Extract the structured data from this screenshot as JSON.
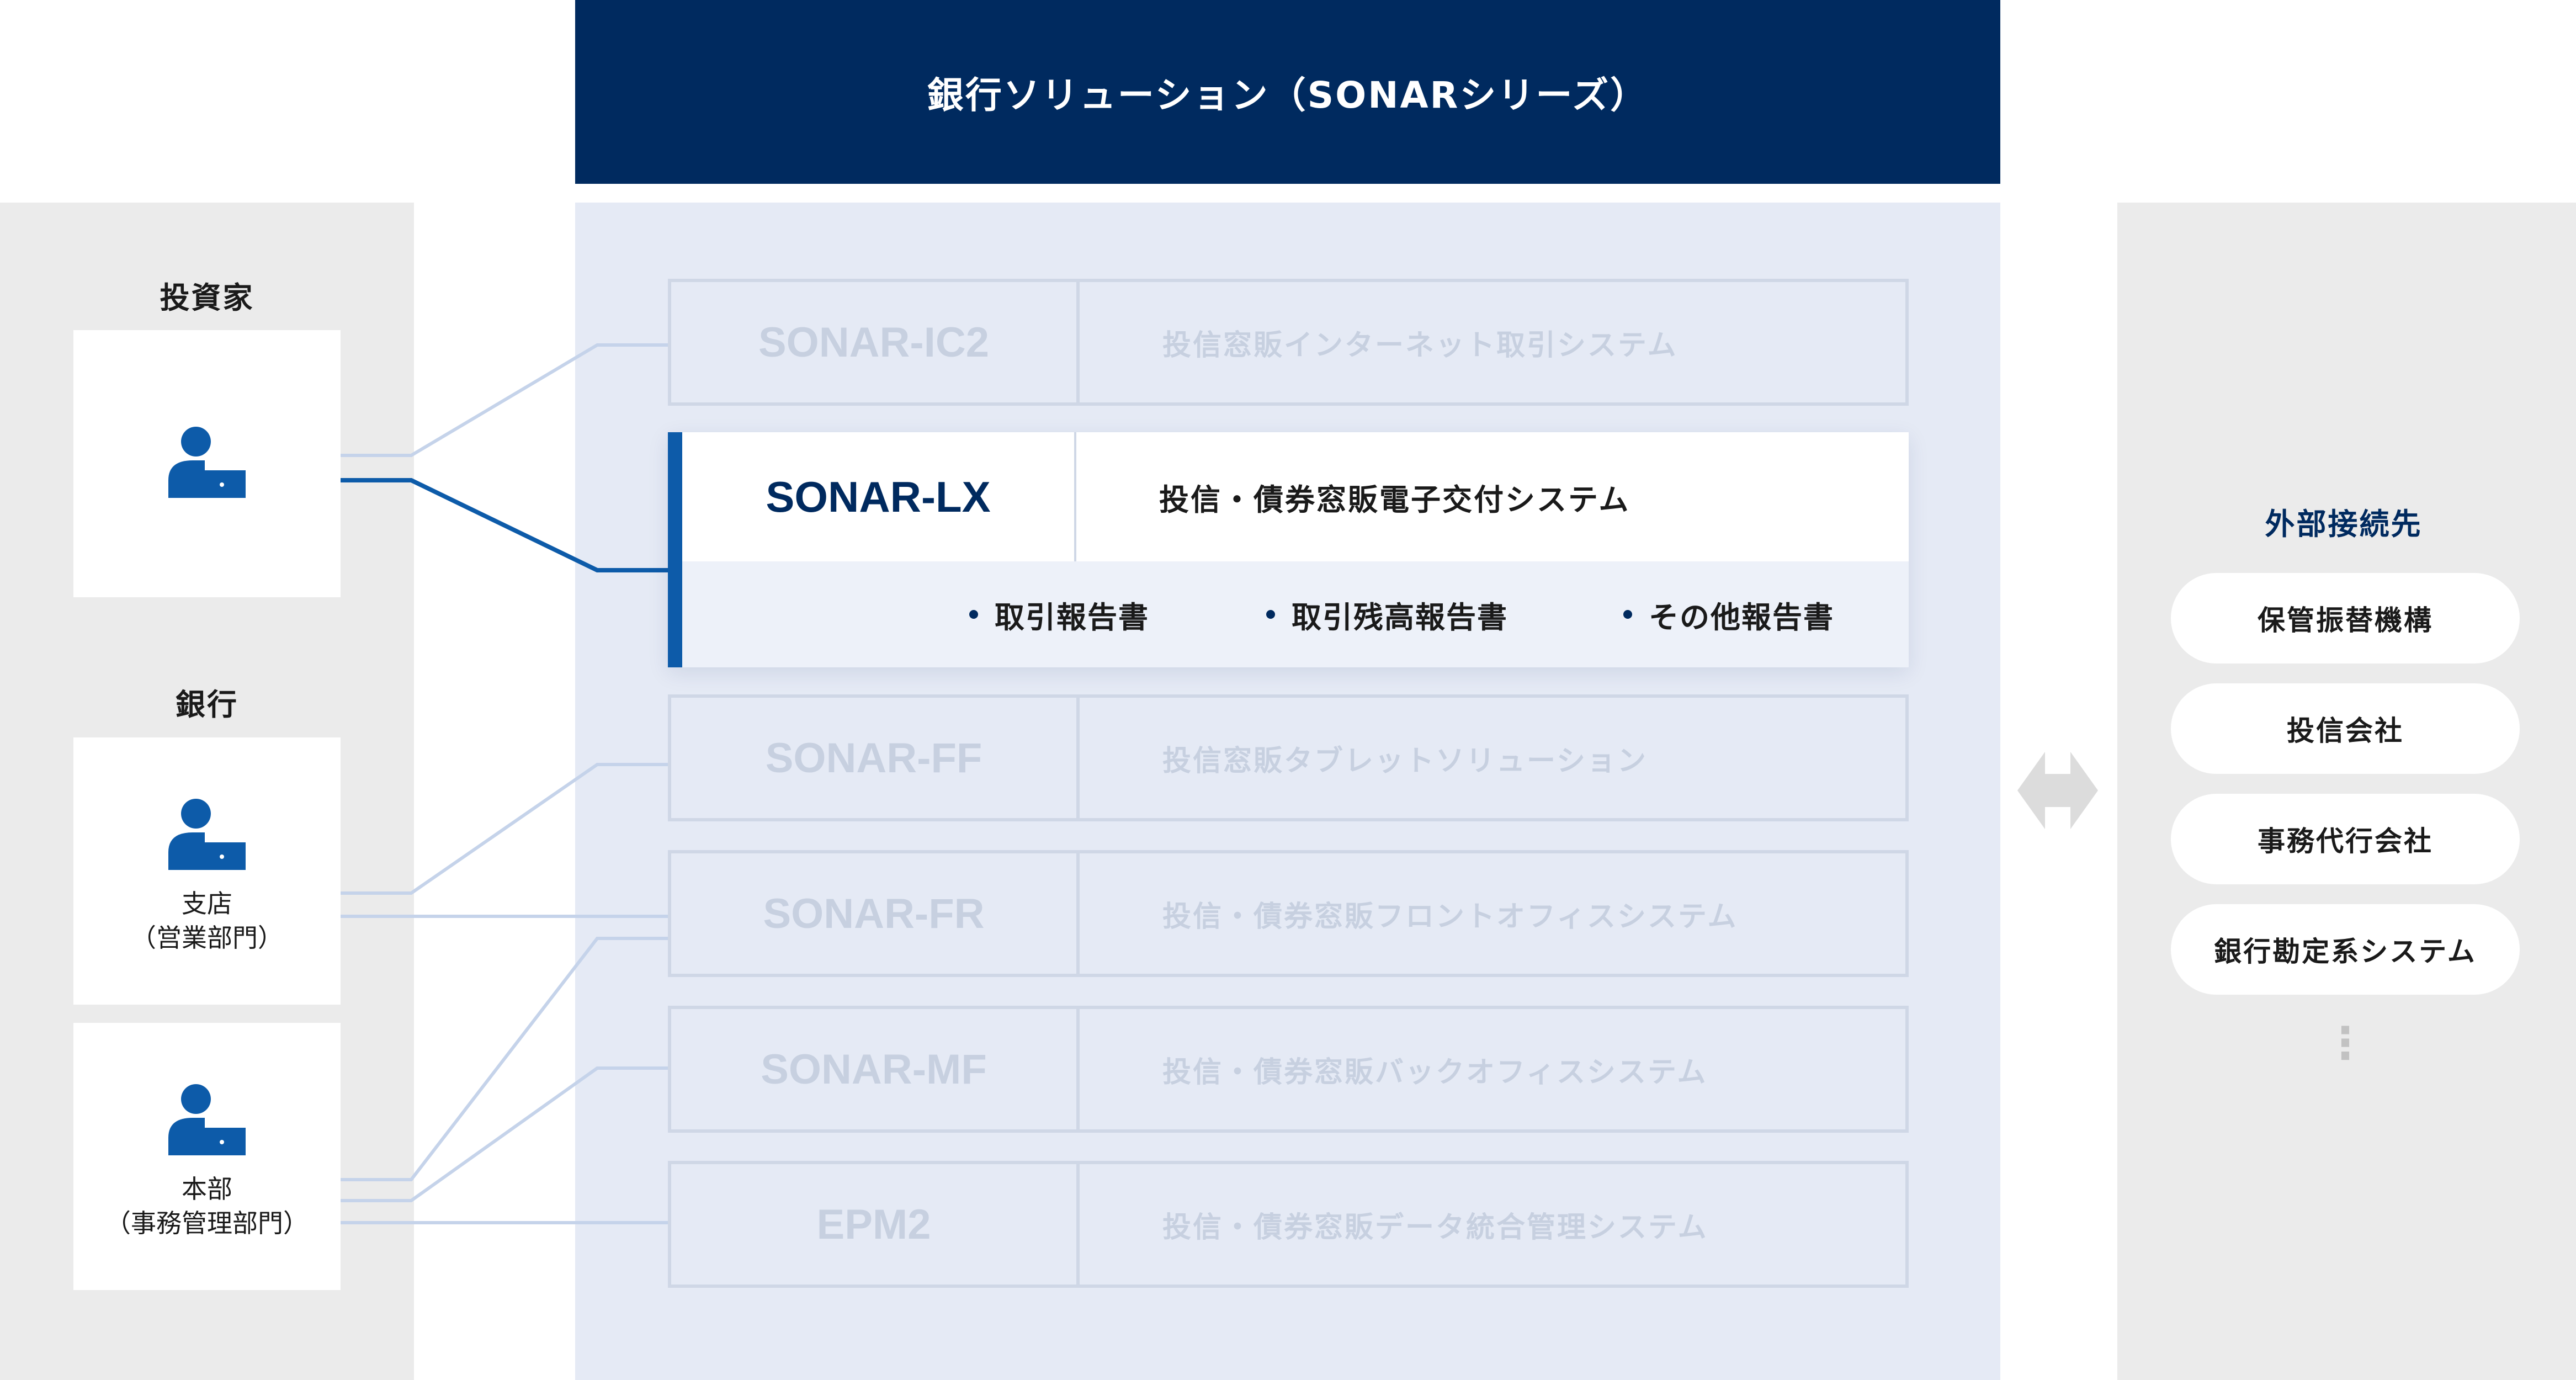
{
  "header": {
    "title": "銀行ソリューション（SONARシリーズ）"
  },
  "left": {
    "investor_label": "投資家",
    "bank_label": "銀行",
    "branch": {
      "line1": "支店",
      "line2": "（営業部門）"
    },
    "hq": {
      "line1": "本部",
      "line2": "（事務管理部門）"
    }
  },
  "systems": [
    {
      "code": "SONAR-IC2",
      "desc": "投信窓販インターネット取引システム"
    },
    {
      "code": "SONAR-FF",
      "desc": "投信窓販タブレットソリューション"
    },
    {
      "code": "SONAR-FR",
      "desc": "投信・債券窓販フロントオフィスシステム"
    },
    {
      "code": "SONAR-MF",
      "desc": "投信・債券窓販バックオフィスシステム"
    },
    {
      "code": "EPM2",
      "desc": "投信・債券窓販データ統合管理システム"
    }
  ],
  "highlight": {
    "code": "SONAR-LX",
    "desc": "投信・債券窓販電子交付システム",
    "items": [
      "取引報告書",
      "取引残高報告書",
      "その他報告書"
    ]
  },
  "external": {
    "label": "外部接続先",
    "items": [
      "保管振替機構",
      "投信会社",
      "事務代行会社",
      "銀行勘定系システム"
    ],
    "more": "⋮"
  },
  "colors": {
    "navy": "#002a5f",
    "accent_blue": "#0d5ba9",
    "panel_gray": "#ebebeb",
    "center_bg": "#e5eaf5",
    "muted_text": "#c7d0e0"
  }
}
